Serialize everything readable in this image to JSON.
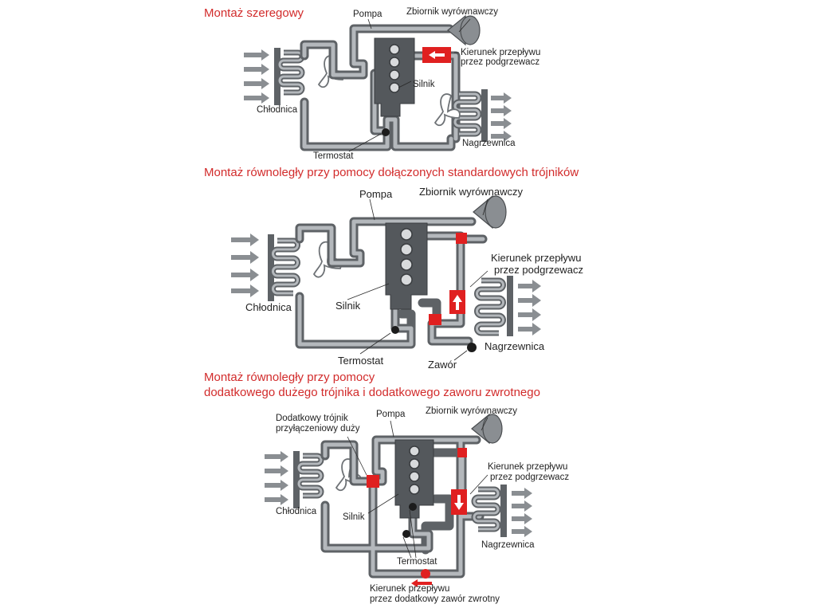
{
  "sections": [
    {
      "title": "Montaż szeregowy",
      "labels": {
        "pump": "Pompa",
        "tank": "Zbiornik wyrównawczy",
        "flow_line1": "Kierunek przepływu",
        "flow_line2": "przez podgrzewacz",
        "engine": "Silnik",
        "radiator": "Chłodnica",
        "heater": "Nagrzewnica",
        "thermostat": "Termostat"
      }
    },
    {
      "title": "Montaż równoległy przy pomocy dołączonych standardowych trójników",
      "labels": {
        "pump": "Pompa",
        "tank": "Zbiornik wyrównawczy",
        "flow_line1": "Kierunek przepływu",
        "flow_line2": "przez podgrzewacz",
        "radiator": "Chłodnica",
        "engine": "Silnik",
        "heater": "Nagrzewnica",
        "thermostat": "Termostat",
        "valve": "Zawór"
      }
    },
    {
      "title_line1": "Montaż równoległy przy pomocy",
      "title_line2": "dodatkowego dużego trójnika i dodatkowego zaworu zwrotnego",
      "labels": {
        "tee_line1": "Dodatkowy trójnik",
        "tee_line2": "przyłączeniowy duży",
        "pump": "Pompa",
        "tank": "Zbiornik wyrównawczy",
        "flow_line1": "Kierunek przepływu",
        "flow_line2": "przez podgrzewacz",
        "radiator": "Chłodnica",
        "engine": "Silnik",
        "heater": "Nagrzewnica",
        "thermostat": "Termostat",
        "check_line1": "Kierunek przepływu",
        "check_line2": "przez dodatkowy zawór zwrotny"
      }
    }
  ],
  "colors": {
    "title": "#d22b2b",
    "accent": "#e02020",
    "pipe": "#5e6266",
    "pipe_core": "#b4b8bc",
    "engine": "#54585c"
  }
}
